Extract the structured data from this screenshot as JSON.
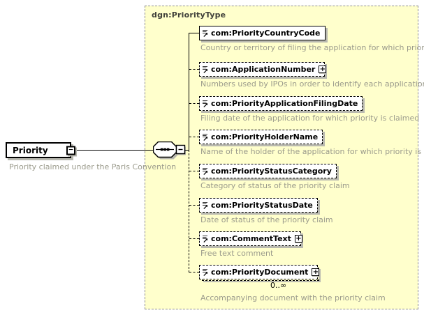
{
  "panel": {
    "title": "dgn:PriorityType"
  },
  "root": {
    "label": "Priority",
    "description": "Priority claimed under the Paris Convention"
  },
  "icons": {
    "expand": "+",
    "collapse": "−"
  },
  "children": [
    {
      "label": "com:PriorityCountryCode",
      "description": "Country or territory of filing the application for which priority is claimed"
    },
    {
      "label": "com:ApplicationNumber",
      "description": "Numbers used by IPOs in order to identify each application received"
    },
    {
      "label": "com:PriorityApplicationFilingDate",
      "description": "Filing date of the application for which priority is claimed"
    },
    {
      "label": "com:PriorityHolderName",
      "description": "Name of the holder of the application for which priority is claimed"
    },
    {
      "label": "com:PriorityStatusCategory",
      "description": "Category of status of the priority claim"
    },
    {
      "label": "com:PriorityStatusDate",
      "description": "Date of status of the priority claim"
    },
    {
      "label": "com:CommentText",
      "description": "Free text comment"
    },
    {
      "label": "com:PriorityDocument",
      "description": "Accompanying document with the priority claim",
      "occurrence": "0..∞"
    }
  ],
  "colors": {
    "panel_bg": "#FFFFCC",
    "panel_border": "#8c8c8c",
    "box_shadow": "#b9b9b0",
    "description_text": "#9b9b8c",
    "connector": "#000000"
  }
}
